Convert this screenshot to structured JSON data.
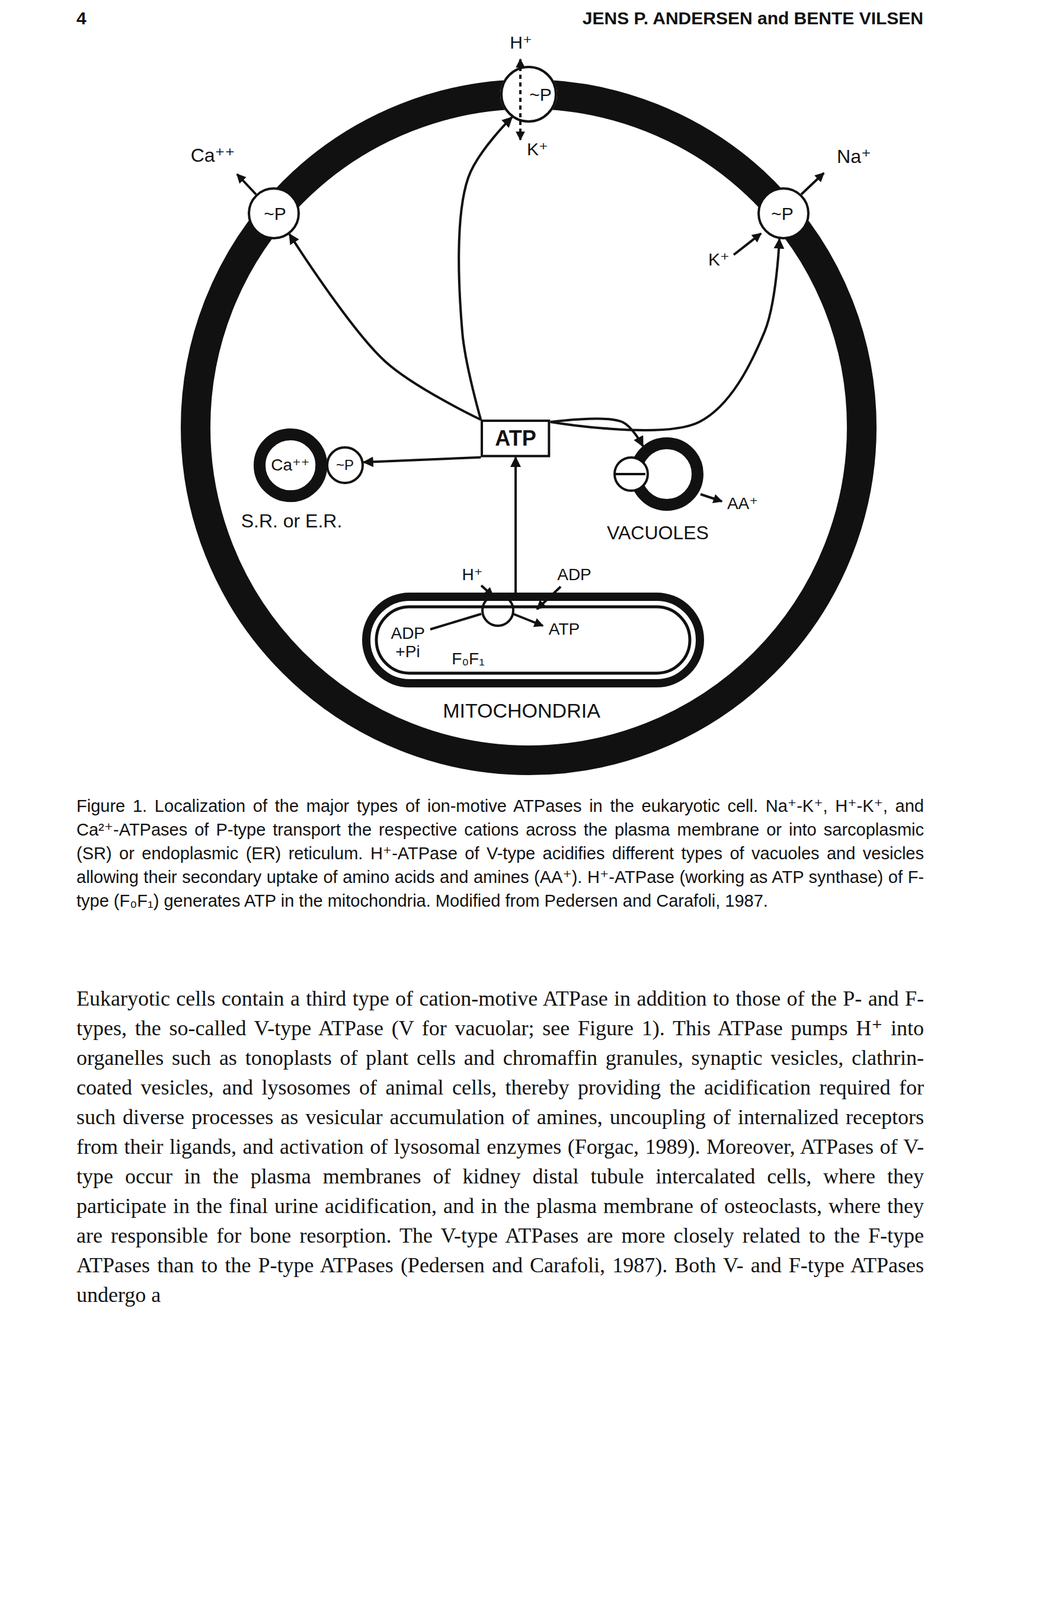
{
  "diagram": {
    "caption": "Figure 1. Localization of the major types of ion-motive ATPases in the eukaryotic cell. Na⁺-K⁺, H⁺-K⁺, and Ca²⁺-ATPases of P-type transport the respective cations across the plasma membrane or into sarcoplasmic (SR) or endoplasmic (ER) reticulum. H⁺-ATPase of V-type acidifies different types of vacuoles and vesicles allowing their secondary uptake of amino acids and amines (AA⁺). H⁺-ATPase (working as ATP synthase) of F-type (F₀F₁) generates ATP in the mitochondria. Modified from Pedersen and Carafoli, 1987.",
    "nodes": [
      {
        "text": [
          "~P"
        ]
      },
      {
        "text": [
          "~P"
        ]
      },
      {
        "text": [
          "~P"
        ]
      },
      {
        "text": [
          "ATP"
        ]
      },
      {
        "text": [
          "Ca⁺⁺",
          "S.R. or E.R."
        ]
      },
      {
        "text": [
          "~P"
        ]
      },
      {
        "text": [
          "VACUOLES"
        ]
      },
      {
        "text": [
          "ADP +Pi",
          "F₀F₁",
          "ATP",
          "MITOCHONDRIA"
        ]
      }
    ],
    "edges": [
      {
        "from": 3,
        "to": 0,
        "arrow": "to"
      },
      {
        "from": 3,
        "to": 1,
        "arrow": "to"
      },
      {
        "from": 3,
        "to": 5,
        "arrow": "to"
      },
      {
        "from": 3,
        "to": 2,
        "arrow": "to"
      },
      {
        "from": 3,
        "to": 6,
        "arrow": "to"
      },
      {
        "from": 7,
        "to": 3,
        "arrow": "to"
      }
    ],
    "labels": [
      "4",
      "JENS P. ANDERSEN and BENTE VILSEN",
      "H⁺",
      "K⁺",
      "Ca⁺⁺",
      "Na⁺",
      "K⁺",
      "H⁺",
      "AA⁺",
      "H⁺",
      "ADP",
      "Eukaryotic cells contain a third type of cation-motive ATPase in addition to those of the P- and F-types, the so-called V-type ATPase (V for vacuolar; see Figure 1). This ATPase pumps H⁺ into organelles such as tonoplasts of plant cells and chromaffin granules, synaptic vesicles, clathrin-coated vesicles, and lysosomes of animal cells, thereby providing the acidification required for such diverse processes as vesicular accumulation of amines, uncoupling of internalized receptors from their ligands, and activation of lysosomal enzymes (Forgac, 1989). Moreover, ATPases of V-type occur in the plasma membranes of kidney distal tubule intercalated cells, where they participate in the final urine acidification, and in the plasma membrane of osteoclasts, where they are responsible for bone resorption. The V-type ATPases are more closely related to the F-type ATPases than to the P-type ATPases (Pedersen and Carafoli, 1987). Both V- and F-type ATPases undergo a"
    ]
  }
}
